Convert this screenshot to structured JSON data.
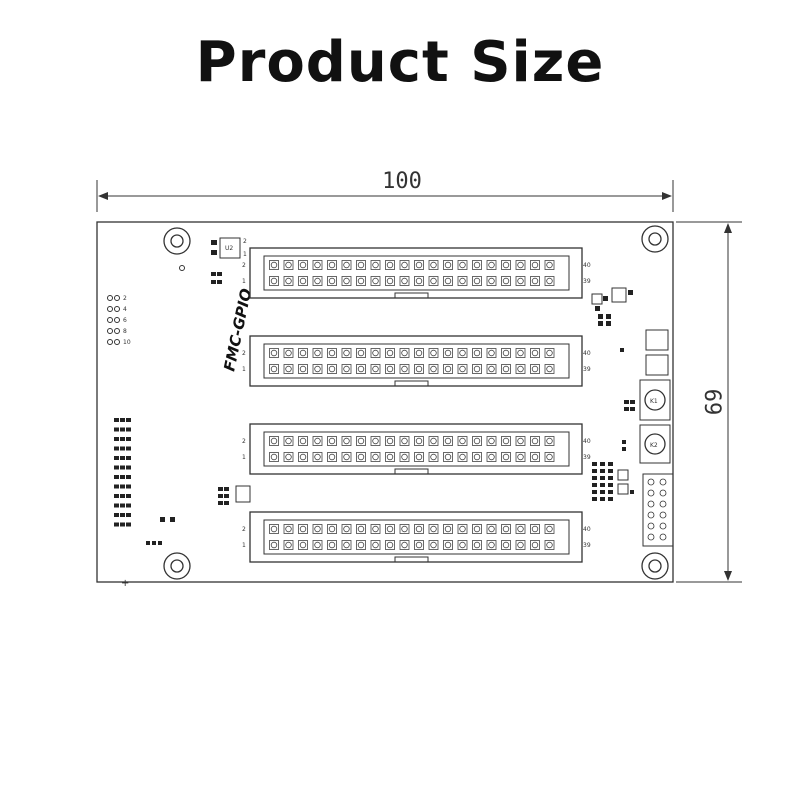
{
  "title": "Product Size",
  "dimensions": {
    "width": "100",
    "height": "69"
  },
  "board": {
    "label": "FMC-GPIO",
    "connectors": [
      {
        "pin_top_left": "2",
        "pin_bottom_left": "1",
        "pin_top_right": "40",
        "pin_bottom_right": "39"
      },
      {
        "pin_top_left": "2",
        "pin_bottom_left": "1",
        "pin_top_right": "40",
        "pin_bottom_right": "39"
      },
      {
        "pin_top_left": "2",
        "pin_bottom_left": "1",
        "pin_top_right": "40",
        "pin_bottom_right": "39"
      },
      {
        "pin_top_left": "2",
        "pin_bottom_left": "1",
        "pin_top_right": "40",
        "pin_bottom_right": "39"
      }
    ],
    "buttons": [
      "K1",
      "K2"
    ],
    "chip_label": "U2",
    "chip_pins": [
      "1",
      "2"
    ],
    "left_labels": [
      "2",
      "4",
      "6",
      "8",
      "10"
    ]
  }
}
